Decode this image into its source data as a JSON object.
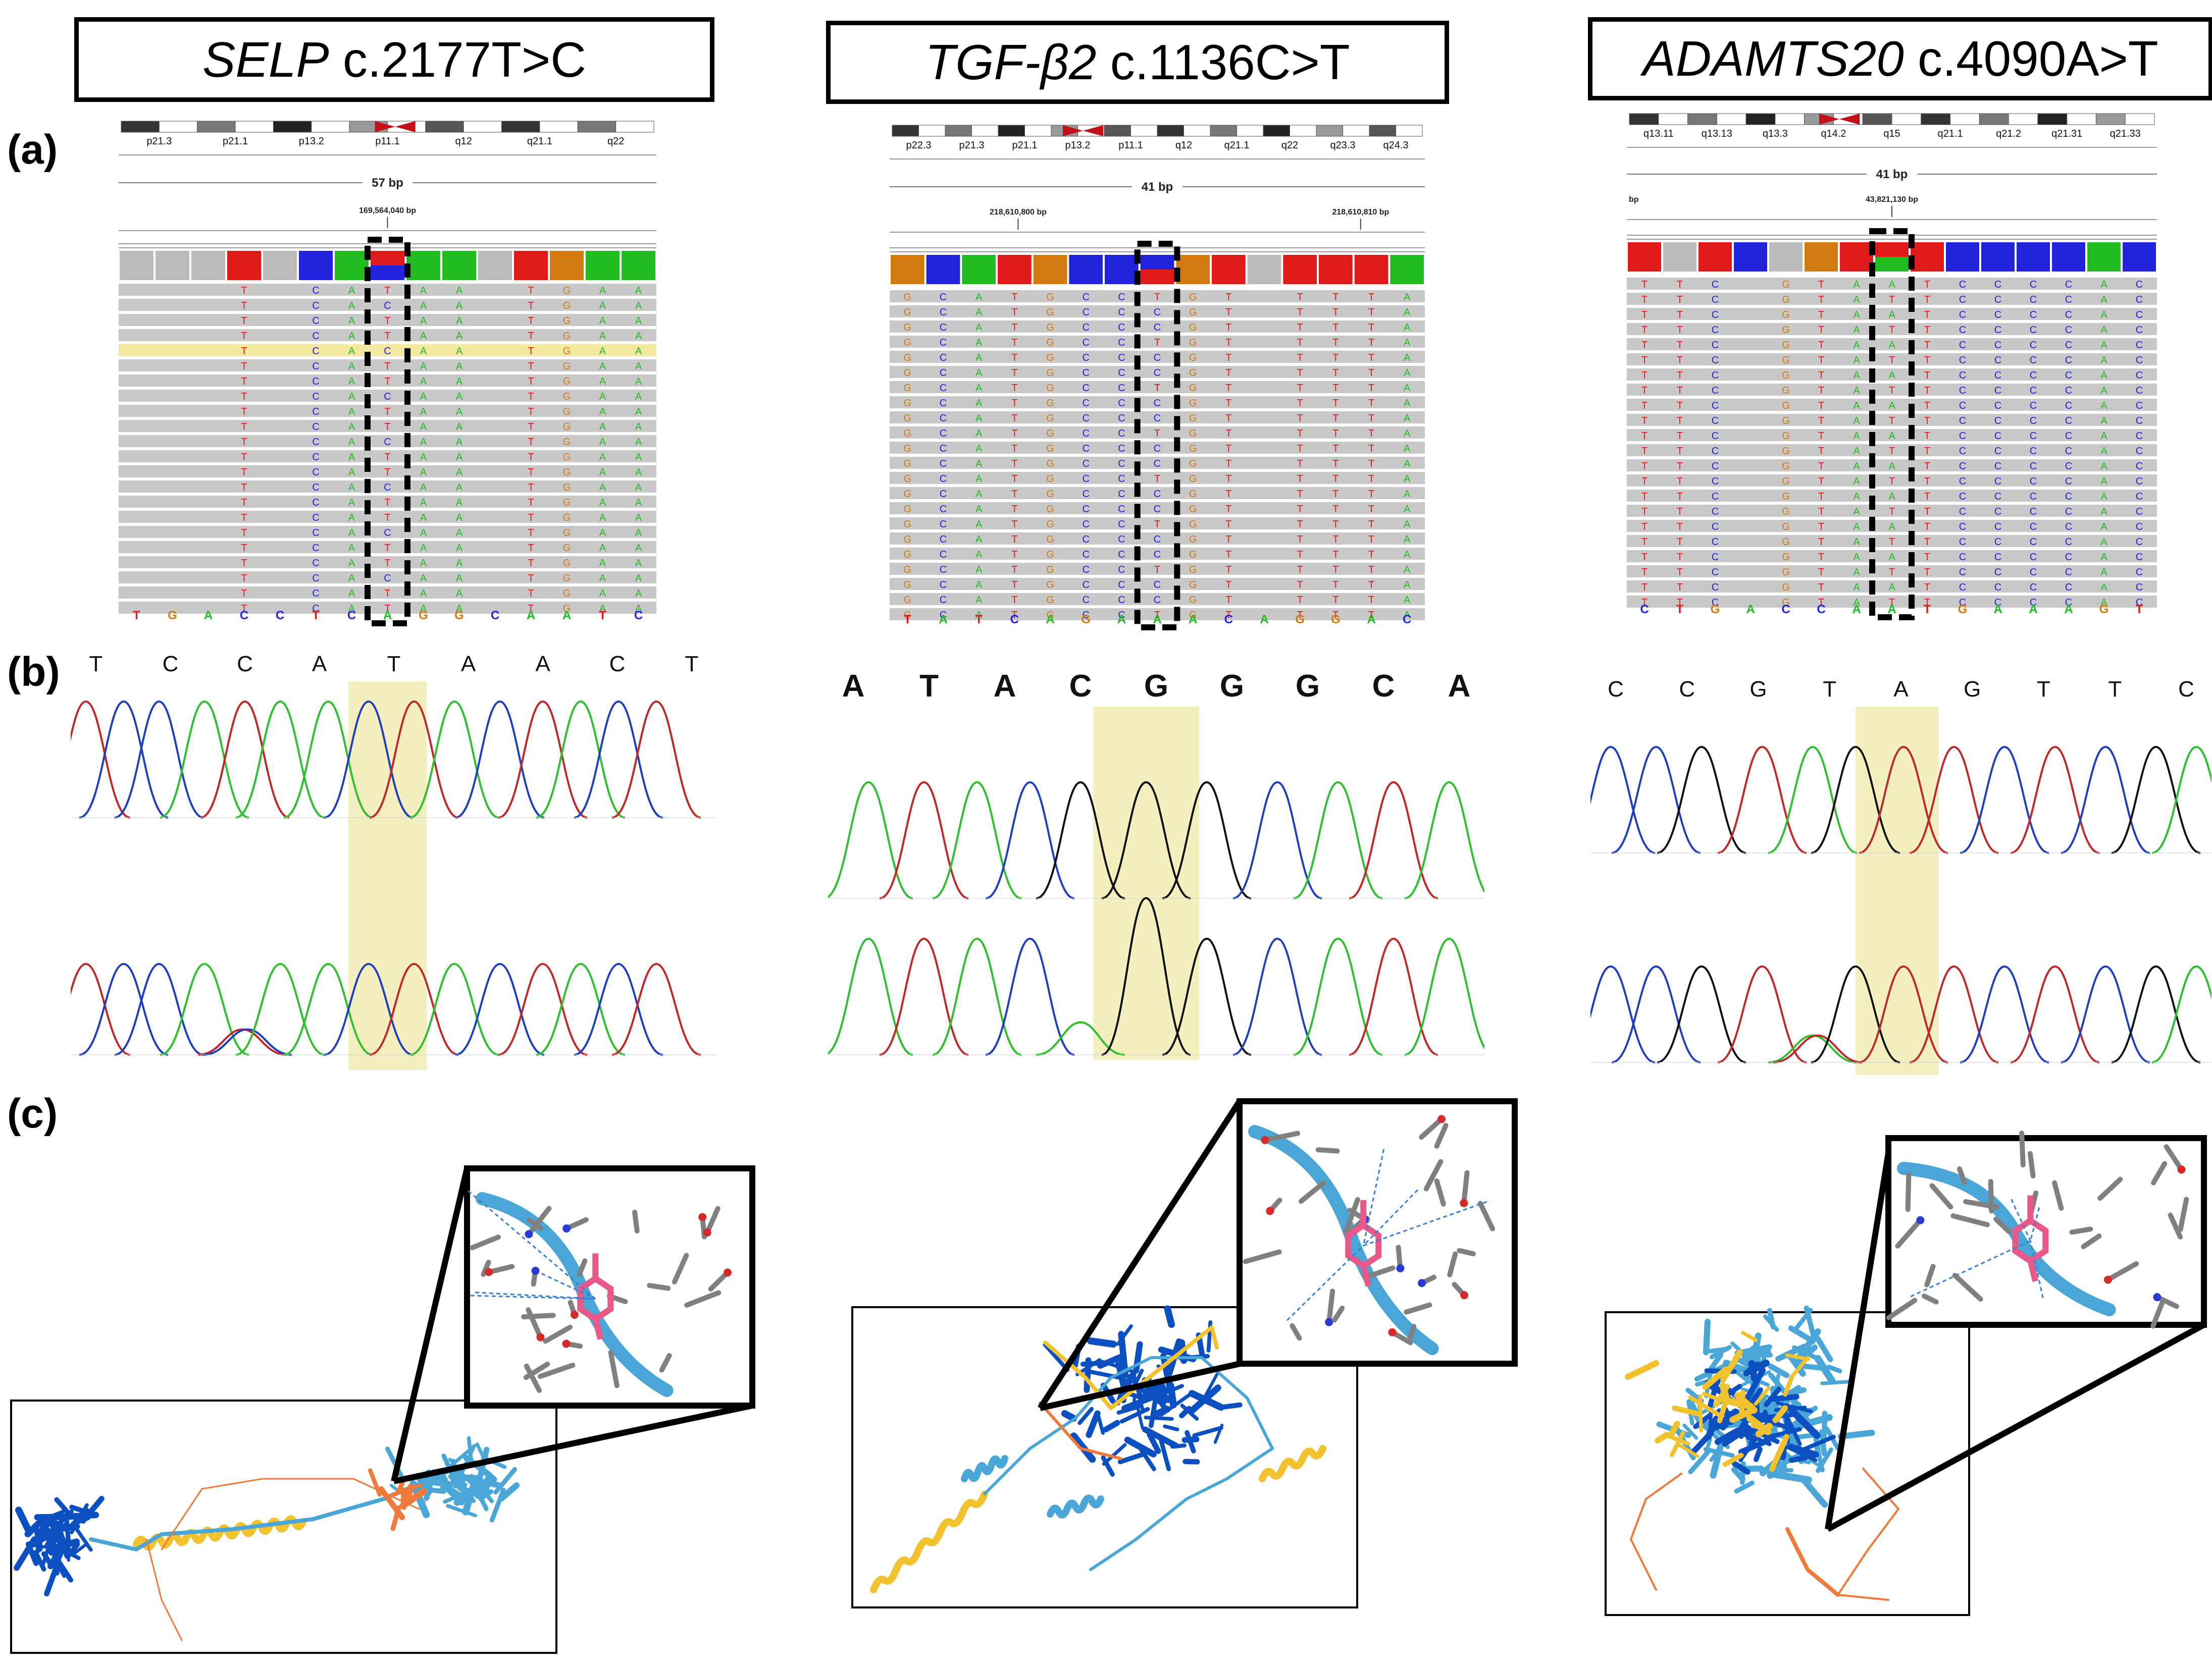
{
  "columns": [
    {
      "gene": "SELP",
      "variant": "c.2177T>C",
      "igv": {
        "cytobands": [
          "p21.3",
          "p21.1",
          "p13.2",
          "p11.1",
          "q12",
          "q21.1",
          "q22"
        ],
        "span_label": "57 bp",
        "coord_label": "169,564,040 bp",
        "ref_sequence": [
          "T",
          "G",
          "A",
          "C",
          "C",
          "T",
          "C",
          "A",
          "G",
          "G",
          "C",
          "A",
          "A",
          "T",
          "C"
        ],
        "read_columns": [
          "",
          "",
          "",
          "T",
          "",
          "C",
          "A",
          "C",
          "A",
          "A",
          "",
          "T",
          "G",
          "A",
          "A"
        ]
      },
      "chromatogram_top_bases": [
        "T",
        "C",
        "C",
        "A",
        "T",
        "A",
        "A",
        "C",
        "T"
      ]
    },
    {
      "gene": "TGF-β2",
      "variant": "c.1136C>T",
      "igv": {
        "cytobands": [
          "p22.3",
          "p21.3",
          "p21.1",
          "p13.2",
          "p11.1",
          "q12",
          "q21.1",
          "q22",
          "q23.3",
          "q24.3"
        ],
        "span_label": "41 bp",
        "coord_label_left": "218,610,800 bp",
        "coord_label_right": "218,610,810 bp",
        "ref_sequence": [
          "T",
          "A",
          "T",
          "C",
          "A",
          "G",
          "A",
          "A",
          "A",
          "C",
          "A",
          "G",
          "G",
          "A",
          "C"
        ],
        "read_columns": [
          "G",
          "C",
          "A",
          "T",
          "G",
          "C",
          "C",
          "T",
          "G",
          "T",
          "",
          "T",
          "T",
          "T",
          "A"
        ]
      },
      "chromatogram_top_bases": [
        "A",
        "T",
        "A",
        "C",
        "G",
        "G",
        "G",
        "C",
        "A"
      ]
    },
    {
      "gene": "ADAMTS20",
      "variant": "c.4090A>T",
      "igv": {
        "cytobands": [
          "q13.11",
          "q13.13",
          "q13.3",
          "q14.2",
          "q15",
          "q21.1",
          "q21.2",
          "q21.31",
          "q21.33"
        ],
        "span_label": "41 bp",
        "coord_label": "43,821,130 bp",
        "coord_prefix": "bp",
        "ref_sequence": [
          "C",
          "T",
          "G",
          "A",
          "C",
          "C",
          "A",
          "A",
          "T",
          "G",
          "A",
          "A",
          "A",
          "G",
          "T"
        ],
        "read_columns": [
          "T",
          "T",
          "C",
          "",
          "G",
          "T",
          "A",
          "T",
          "T",
          "C",
          "C",
          "C",
          "C",
          "A",
          "C"
        ]
      },
      "chromatogram_top_bases": [
        "C",
        "C",
        "G",
        "T",
        "A",
        "G",
        "T",
        "T",
        "C"
      ]
    }
  ],
  "panel_labels": {
    "a": "(a)",
    "b": "(b)",
    "c": "(c)"
  },
  "base_colors": {
    "A": "#22bb22",
    "C": "#2222dd",
    "G": "#d07a10",
    "T": "#e01a1a"
  },
  "chromatogram_colors": {
    "A": "#2fbf2f",
    "C": "#1f3fbf",
    "G": "#111111",
    "T": "#c0282a"
  },
  "highlight_color": "#f3efbf",
  "structure_colors": {
    "very_high": "#0b4fc0",
    "confident": "#49a6d6",
    "low": "#f2c12e",
    "very_low": "#ef7a3c",
    "ligand": "#e8588a",
    "stick": "#808080"
  }
}
